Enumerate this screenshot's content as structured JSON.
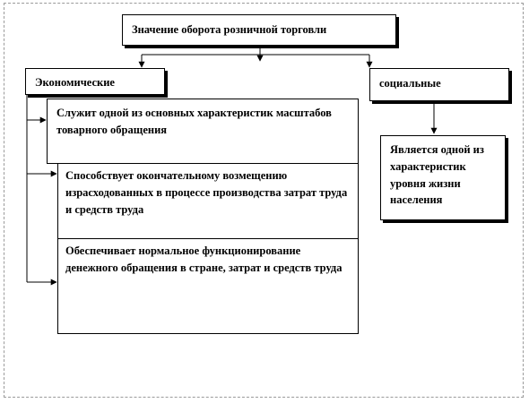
{
  "diagram": {
    "title": "Значение оборота розничной торговли",
    "economic": {
      "label": "Экономические",
      "items": [
        "Служит одной из основных характеристик масштабов  товарного обращения",
        "Способствует окончательному возмещению израсходованных в процессе производства затрат труда и средств труда",
        "Обеспечивает нормальное функционирование денежного обращения в стране, затрат и средств труда"
      ]
    },
    "social": {
      "label": "социальные",
      "items": [
        "Является одной из характеристик уровня  жизни населения"
      ]
    }
  }
}
